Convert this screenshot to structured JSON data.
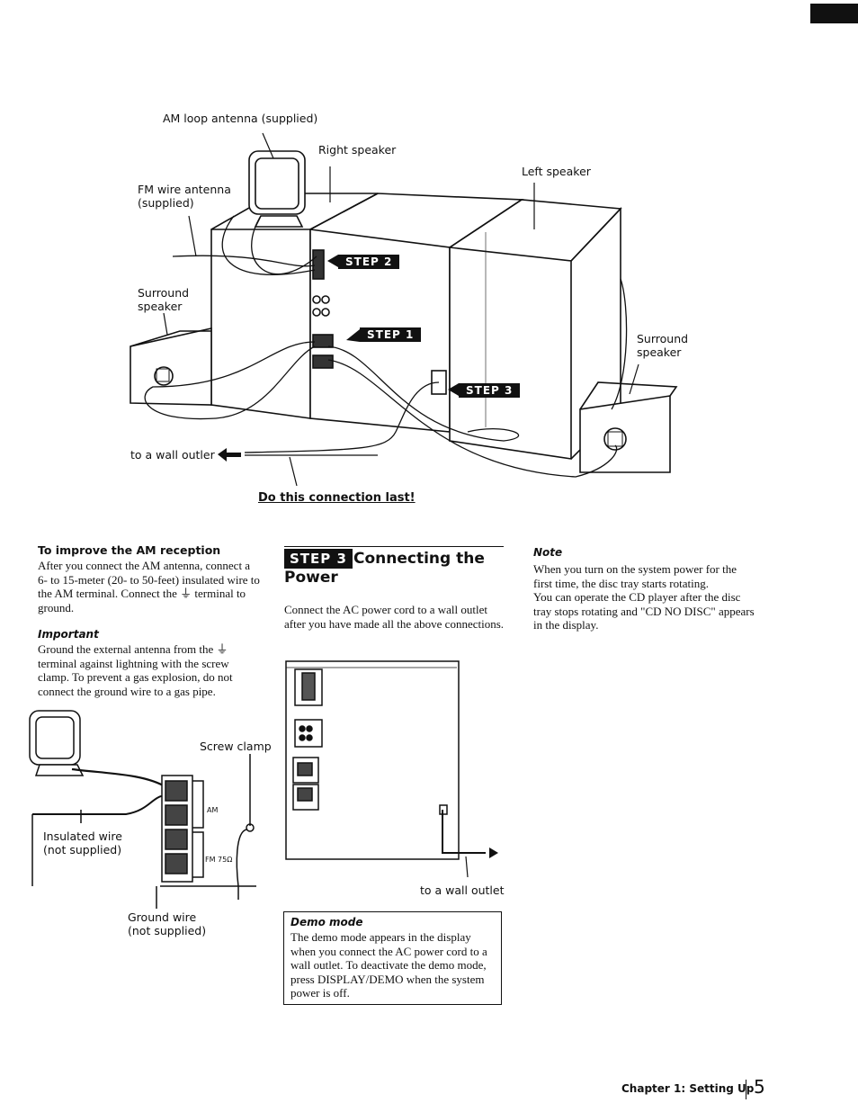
{
  "diagram_top": {
    "am_loop_antenna": "AM loop antenna (supplied)",
    "right_speaker": "Right speaker",
    "left_speaker": "Left speaker",
    "fm_wire_antenna": "FM wire antenna\n(supplied)",
    "surround_speaker_left": "Surround\nspeaker",
    "surround_speaker_right": "Surround\nspeaker",
    "step1": "STEP 1",
    "step2": "STEP 2",
    "step3": "STEP 3",
    "to_wall_outlet": "to a wall outler",
    "do_this_last": "Do this connection last!"
  },
  "am_reception": {
    "heading": "To improve the AM reception",
    "paragraph": "After you connect the AM antenna, connect a 6- to 15-meter (20- to 50-feet) insulated wire to the AM terminal. Connect the ⏚ terminal to ground.",
    "important_heading": "Important",
    "important_text": "Ground the external antenna from the ⏚ terminal against lightning with the screw clamp. To prevent a gas explosion, do not connect the ground wire to a gas pipe."
  },
  "diagram_bottom_left": {
    "screw_clamp": "Screw clamp",
    "insulated_wire": "Insulated wire\n(not supplied)",
    "ground_wire": "Ground wire\n(not supplied)",
    "am_label": "AM",
    "fm_label": "FM 75Ω"
  },
  "step3_section": {
    "badge": "STEP 3",
    "title_line1": "Connecting the",
    "title_line2": "Power",
    "paragraph": "Connect the AC power cord to a wall outlet after you have made all the above connections.",
    "to_wall_outlet": "to a wall outlet",
    "demo_heading": "Demo mode",
    "demo_text": "The demo mode appears in the display when you connect the AC power cord to a wall outlet. To deactivate the demo mode, press DISPLAY/DEMO when the system power is off."
  },
  "note": {
    "heading": "Note",
    "text": "When you turn on the system power for the first time, the disc tray starts rotating.\nYou can operate the CD player after the disc tray stops rotating and \"CD NO DISC\" appears in the display."
  },
  "footer": {
    "chapter": "Chapter 1: Setting Up",
    "page_number": "5"
  }
}
